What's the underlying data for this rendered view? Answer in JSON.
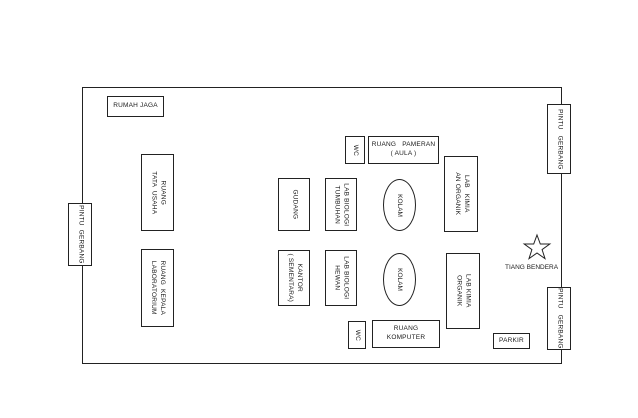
{
  "rooms": {
    "rumah_jaga": "RUMAH JAGA",
    "ruang_tata_usaha": "RUANG\nTATA  USAHA",
    "ruang_kepala_lab": "RUANG  KEPALA\nLABORATORIUM",
    "gudang": "GUDANG",
    "kantor_sementara": "KANTOR\n( SEMENTARA)",
    "wc_top": "WC",
    "wc_bottom": "WC",
    "ruang_pameran": "RUANG   PAMERAN\n( AULA )",
    "lab_biologi_tumbuhan": "LAB BIOLOGI\nTUMBUHAN",
    "lab_biologi_hewan": "LAB BIOLOGI\nHEWAN",
    "kolam_top": "KOLAM",
    "kolam_bottom": "KOLAM",
    "lab_kimia_anorganik": "LAB   KIMIA\nAN ORGANIK",
    "lab_kimia_organik": "LAB KIMIA\nORGANIK",
    "ruang_komputer": "RUANG\nKOMPUTER",
    "parkir": "PARKIR"
  },
  "gates": {
    "left": "PINTU  GERBANG",
    "right_top": "PINTU   GERBANG",
    "right_bottom": "PINTU   GERBANG"
  },
  "flag": {
    "label": "TIANG BENDERA",
    "icon": "star-icon"
  }
}
